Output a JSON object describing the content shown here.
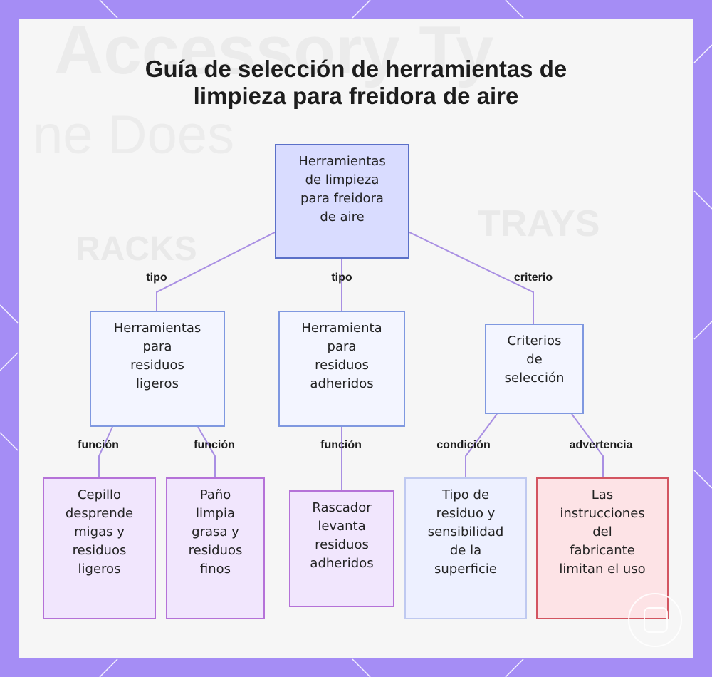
{
  "title": {
    "line1": "Guía de selección de herramientas de",
    "line2": "limpieza para freidora de aire"
  },
  "background_words": {
    "large": "Accessory Ty",
    "sub": "ne Does",
    "racks": "RACKS",
    "trays": "TRAYS"
  },
  "colors": {
    "frame": "#a58df5",
    "edge": "#a98fe3",
    "root_fill": "#d9dcff",
    "root_border": "#5b70c8",
    "category_fill": "#f3f5ff",
    "category_border": "#7f98e0",
    "leaf_fill": "#f1e6fd",
    "leaf_border": "#b572d8",
    "info_fill": "#edf0ff",
    "info_border": "#bfc9f0",
    "warning_fill": "#fde3e6",
    "warning_border": "#d35561"
  },
  "diagram": {
    "nodes": {
      "root": {
        "lines": [
          "Herramientas",
          "de limpieza",
          "para freidora",
          "de aire"
        ]
      },
      "light": {
        "lines": [
          "Herramientas",
          "para",
          "residuos",
          "ligeros"
        ]
      },
      "stuck": {
        "lines": [
          "Herramienta",
          "para",
          "residuos",
          "adheridos"
        ]
      },
      "criteria": {
        "lines": [
          "Criterios",
          "de",
          "selección"
        ]
      },
      "brush": {
        "lines": [
          "Cepillo",
          "desprende",
          "migas y",
          "residuos",
          "ligeros"
        ]
      },
      "cloth": {
        "lines": [
          "Paño",
          "limpia",
          "grasa y",
          "residuos",
          "finos"
        ]
      },
      "scraper": {
        "lines": [
          "Rascador",
          "levanta",
          "residuos",
          "adheridos"
        ]
      },
      "residue": {
        "lines": [
          "Tipo de",
          "residuo y",
          "sensibilidad",
          "de la",
          "superficie"
        ]
      },
      "manual": {
        "lines": [
          "Las",
          "instrucciones",
          "del",
          "fabricante",
          "limitan el uso"
        ]
      }
    },
    "edges": [
      {
        "from": "root",
        "to": "light",
        "label": "tipo"
      },
      {
        "from": "root",
        "to": "stuck",
        "label": "tipo"
      },
      {
        "from": "root",
        "to": "criteria",
        "label": "criterio"
      },
      {
        "from": "light",
        "to": "brush",
        "label": "función"
      },
      {
        "from": "light",
        "to": "cloth",
        "label": "función"
      },
      {
        "from": "stuck",
        "to": "scraper",
        "label": "función"
      },
      {
        "from": "criteria",
        "to": "residue",
        "label": "condición"
      },
      {
        "from": "criteria",
        "to": "manual",
        "label": "advertencia"
      }
    ]
  }
}
